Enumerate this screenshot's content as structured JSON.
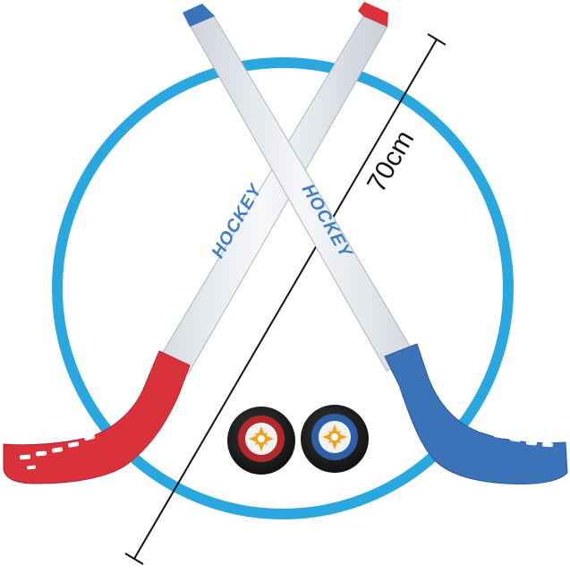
{
  "product": {
    "brand_text_left": "HOCKEY",
    "brand_text_right": "HOCKEY",
    "measurement_label": "70cm"
  },
  "colors": {
    "ring": "#2aa7df",
    "shaft": "#eef1f4",
    "red_accent": "#d9323a",
    "blue_accent": "#3a73b8",
    "logo_blue": "#3f7fc6",
    "measure_line": "#111111"
  },
  "items": {
    "stick_left_color": "red",
    "stick_right_color": "blue",
    "puck_count": 2
  }
}
